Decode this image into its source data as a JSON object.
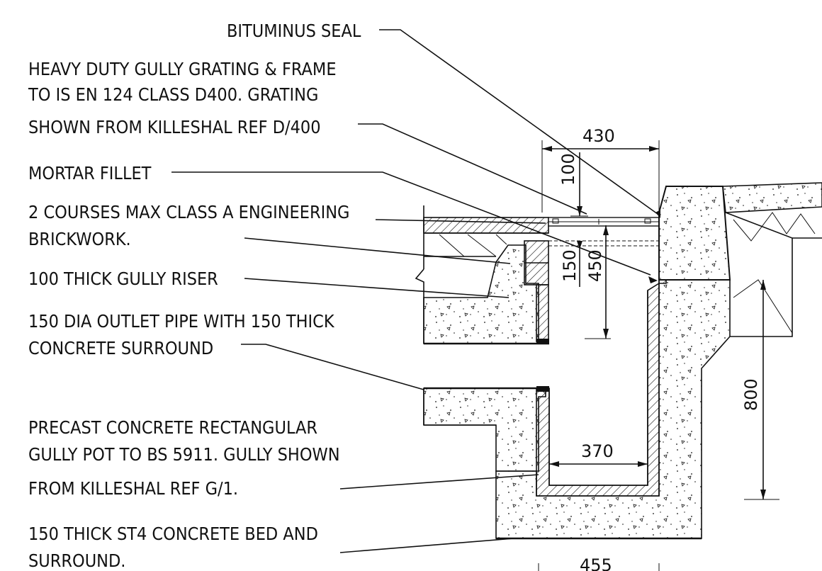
{
  "labels": {
    "bituminous_seal": "BITUMINUS SEAL",
    "grating_line1": "HEAVY DUTY GULLY GRATING & FRAME",
    "grating_line2": "TO IS EN 124 CLASS D400. GRATING",
    "grating_line3": "SHOWN FROM KILLESHAL REF D/400",
    "mortar_fillet": "MORTAR FILLET",
    "brickwork_line1": "2 COURSES MAX CLASS A ENGINEERING",
    "brickwork_line2": "BRICKWORK.",
    "gully_riser": "100 THICK GULLY RISER",
    "outlet_line1": "150 DIA OUTLET PIPE WITH 150 THICK",
    "outlet_line2": "CONCRETE SURROUND",
    "pot_line1": "PRECAST CONCRETE RECTANGULAR",
    "pot_line2": "GULLY POT TO BS 5911. GULLY SHOWN",
    "pot_line3": "FROM KILLESHAL REF G/1.",
    "bed_line1": "150 THICK ST4 CONCRETE BED AND",
    "bed_line2": "SURROUND."
  },
  "dimensions": {
    "width_top": "430",
    "grating_depth": "100",
    "riser_150": "150",
    "depth_450": "450",
    "pot_width": "370",
    "base_width": "455",
    "kerb_depth": "800"
  },
  "colors": {
    "line": "#111111",
    "background": "#ffffff"
  }
}
